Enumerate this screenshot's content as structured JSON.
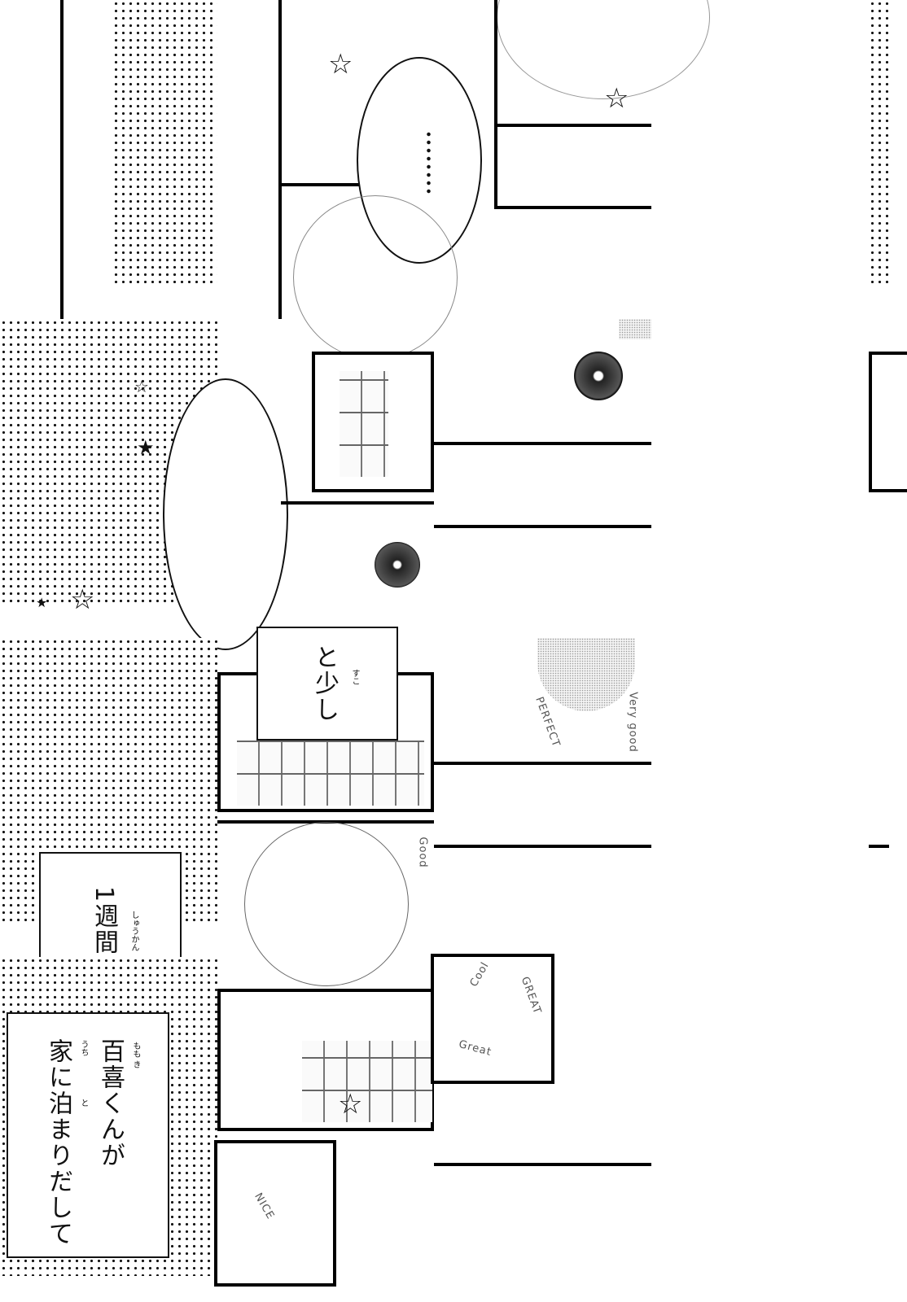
{
  "page": {
    "type": "scrambled manga page tiles"
  },
  "captions": {
    "caption_1": {
      "text": "1週間",
      "ruby": "しゅうかん"
    },
    "caption_2": {
      "line1": "百喜くんが",
      "line2": "家に泊まりだして",
      "ruby_momoki": "もも き",
      "ruby_uchi": "うち",
      "ruby_to": "と"
    },
    "caption_3": {
      "text": "と少し",
      "ruby": "すこ"
    }
  },
  "sfx": {
    "perfect": "PERFECT",
    "very_good": "Very good",
    "cool": "Cool",
    "great": "Great",
    "great_caps": "GREAT",
    "nice": "NICE",
    "good": "Good"
  },
  "colors": {
    "ink": "#111111",
    "paper": "#ffffff"
  }
}
